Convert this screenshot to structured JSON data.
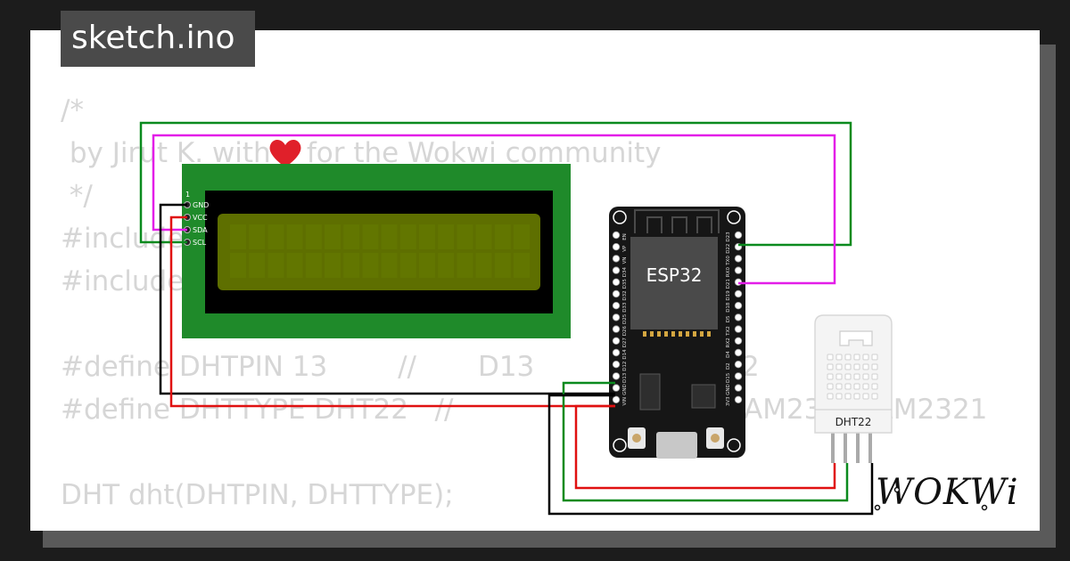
{
  "file_tab": {
    "label": "sketch.ino"
  },
  "code_lines": [
    {
      "text": "/*"
    },
    {
      "text": " by Jirut K. with "
    },
    {
      "text": " for the Wokwi community"
    },
    {
      "text": " */"
    },
    {
      "text": "#include"
    },
    {
      "text": "#include"
    },
    {
      "text": "#define DHTPIN 13        //       D13"
    },
    {
      "text": "2"
    },
    {
      "text": "#define DHTTYPE DHT22   //"
    },
    {
      "text": "AM2302, AM2321"
    },
    {
      "text": "DHT dht(DHTPIN, DHTTYPE);"
    }
  ],
  "heart_icon": "heart-icon",
  "lcd": {
    "pin_one": "1",
    "pins": [
      "GND",
      "VCC",
      "SDA",
      "SCL"
    ],
    "screen_color": "#5e6f00",
    "board_color": "#1f8a2a"
  },
  "esp32": {
    "chip_label": "ESP32",
    "right_pins": [
      "D23",
      "D22",
      "TX0",
      "RX0",
      "D21",
      "D19",
      "D18",
      "D5",
      "TX2",
      "RX2",
      "D4",
      "D2",
      "D15",
      "GND",
      "3V3"
    ],
    "left_pins": [
      "EN",
      "VP",
      "VN",
      "D34",
      "D35",
      "D32",
      "D33",
      "D25",
      "D26",
      "D27",
      "D14",
      "D12",
      "D13",
      "GND",
      "VIN"
    ]
  },
  "dht22": {
    "label": "DHT22"
  },
  "brand": {
    "label": "WOKWi"
  },
  "wire_colors": {
    "green": "#0a8a1e",
    "magenta": "#e31ee8",
    "black": "#000000",
    "red": "#e01010"
  }
}
